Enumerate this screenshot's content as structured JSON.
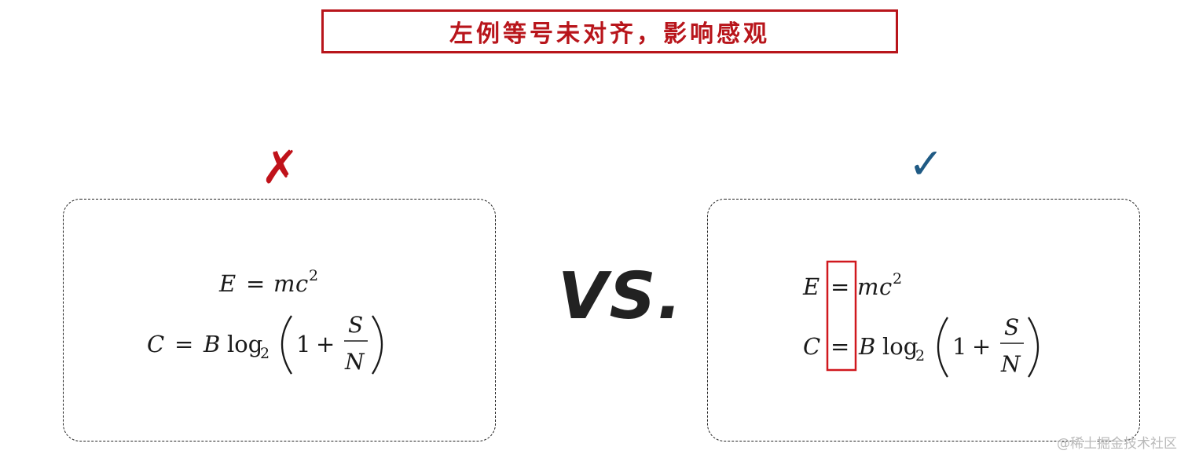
{
  "title": "左例等号未对齐，影响感观",
  "bad_mark": "✗",
  "good_mark": "✓",
  "vs_label": "VS.",
  "watermark": "@稀土掘金技术社区",
  "highlight_color": "#d0181e",
  "title_color": "#b8151b",
  "left_example": {
    "eq1": {
      "lhs": "E",
      "rel": "=",
      "m": "m",
      "c": "c",
      "exp": "2"
    },
    "eq2": {
      "lhs": "C",
      "rel": "=",
      "B": "B",
      "log": "log",
      "sub": "2",
      "one": "1",
      "plus": "+",
      "num": "S",
      "den": "N"
    }
  },
  "right_example": {
    "eq1": {
      "lhs": "E",
      "rel": "=",
      "m": "m",
      "c": "c",
      "exp": "2"
    },
    "eq2": {
      "lhs": "C",
      "rel": "=",
      "B": "B",
      "log": "log",
      "sub": "2",
      "one": "1",
      "plus": "+",
      "num": "S",
      "den": "N"
    }
  }
}
